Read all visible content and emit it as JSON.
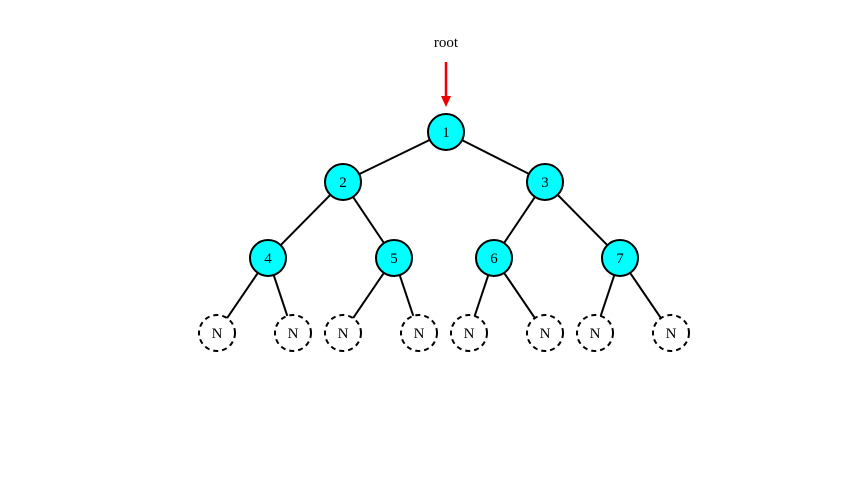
{
  "root_label": "root",
  "colors": {
    "node_fill": "#00ffff",
    "node_stroke": "#000000",
    "null_fill": "#ffffff",
    "null_stroke": "#000000",
    "edge": "#000000",
    "arrow": "#ee0000"
  },
  "nodes": [
    {
      "id": "n1",
      "label": "1",
      "kind": "value",
      "parent": null
    },
    {
      "id": "n2",
      "label": "2",
      "kind": "value",
      "parent": "n1"
    },
    {
      "id": "n3",
      "label": "3",
      "kind": "value",
      "parent": "n1"
    },
    {
      "id": "n4",
      "label": "4",
      "kind": "value",
      "parent": "n2"
    },
    {
      "id": "n5",
      "label": "5",
      "kind": "value",
      "parent": "n2"
    },
    {
      "id": "n6",
      "label": "6",
      "kind": "value",
      "parent": "n3"
    },
    {
      "id": "n7",
      "label": "7",
      "kind": "value",
      "parent": "n3"
    },
    {
      "id": "n4l",
      "label": "N",
      "kind": "null",
      "parent": "n4"
    },
    {
      "id": "n4r",
      "label": "N",
      "kind": "null",
      "parent": "n4"
    },
    {
      "id": "n5l",
      "label": "N",
      "kind": "null",
      "parent": "n5"
    },
    {
      "id": "n5r",
      "label": "N",
      "kind": "null",
      "parent": "n5"
    },
    {
      "id": "n6l",
      "label": "N",
      "kind": "null",
      "parent": "n6"
    },
    {
      "id": "n6r",
      "label": "N",
      "kind": "null",
      "parent": "n6"
    },
    {
      "id": "n7l",
      "label": "N",
      "kind": "null",
      "parent": "n7"
    },
    {
      "id": "n7r",
      "label": "N",
      "kind": "null",
      "parent": "n7"
    }
  ]
}
